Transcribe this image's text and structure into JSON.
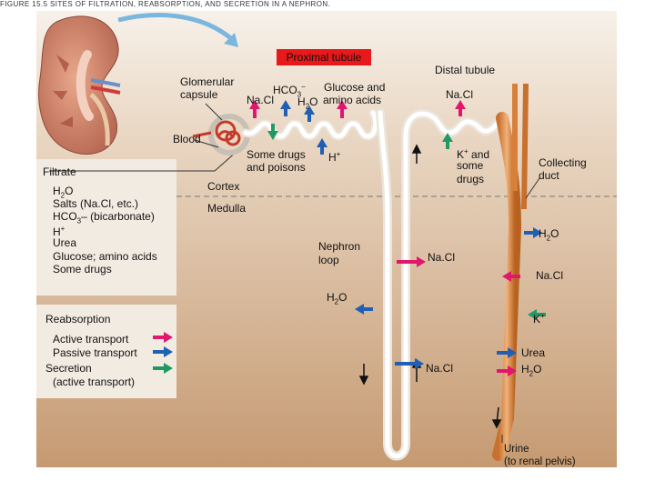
{
  "figure_title": "FIGURE 15.5 SITES OF FILTRATION, REABSORPTION, AND SECRETION IN A NEPHRON.",
  "labels": {
    "proximal_tubule": "Proximal tubule",
    "distal_tubule": "Distal tubule",
    "glomerular_capsule_1": "Glomerular",
    "glomerular_capsule_2": "capsule",
    "blood": "Blood",
    "filtrate": "Filtrate",
    "cortex": "Cortex",
    "medulla": "Medulla",
    "nephron_loop_1": "Nephron",
    "nephron_loop_2": "loop",
    "collecting_duct_1": "Collecting",
    "collecting_duct_2": "duct",
    "urine_1": "Urine",
    "urine_2": "(to renal pelvis)"
  },
  "substances": {
    "hco3": "HCO",
    "hco3_sub": "3",
    "hco3_sup": "−",
    "glucose_1": "Glucose and",
    "glucose_2": "amino acids",
    "nacl": "Na.Cl",
    "h": "H",
    "o": "O",
    "two": "2",
    "some_drugs_1": "Some drugs",
    "some_drugs_2": "and poisons",
    "h_plus": "H",
    "plus": "+",
    "k_plus": "K",
    "and": "and",
    "some": "some",
    "drugs": "drugs",
    "urea": "Urea"
  },
  "filtrate_list": {
    "h2o_h": "H",
    "h2o_2": "2",
    "h2o_o": "O",
    "salts": "Salts (Na.Cl, etc.)",
    "hco3": "HCO",
    "hco3_sub": "3",
    "hco3_rest": "– (bicarbonate)",
    "hplus": "H",
    "hplus_sup": "+",
    "urea": "Urea",
    "glucose": "Glucose; amino acids",
    "drugs": "Some drugs"
  },
  "legend": {
    "reabsorption": "Reabsorption",
    "active": "Active transport",
    "passive": "Passive transport",
    "secretion": "Secretion",
    "secretion_sub": "(active transport)"
  },
  "colors": {
    "active_transport": "#e0166f",
    "passive_transport": "#1f5fb4",
    "secretion": "#1f9a64",
    "proximal_box": "#e8191b",
    "tissue_dark": "#c8a07a",
    "tissue_light": "#f4ece3"
  }
}
